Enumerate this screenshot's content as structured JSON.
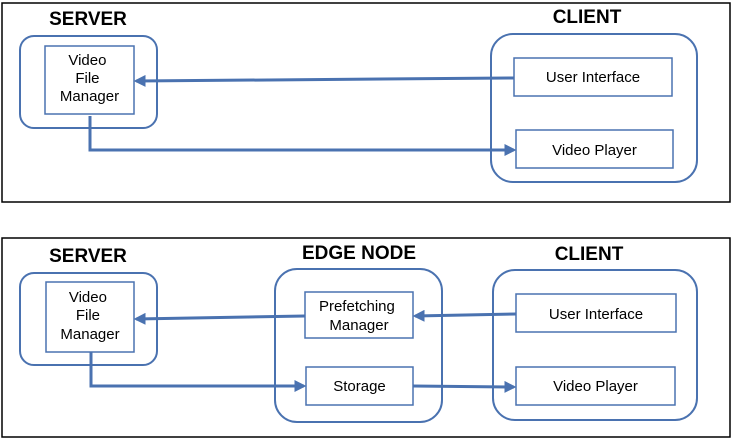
{
  "top": {
    "server_title": "SERVER",
    "client_title": "CLIENT",
    "video_file_manager": [
      "Video",
      "File",
      "Manager"
    ],
    "user_interface": "User Interface",
    "video_player": "Video Player"
  },
  "bottom": {
    "server_title": "SERVER",
    "edge_title": "EDGE NODE",
    "client_title": "CLIENT",
    "video_file_manager": [
      "Video",
      "File",
      "Manager"
    ],
    "prefetching_manager": [
      "Prefetching",
      "Manager"
    ],
    "storage": "Storage",
    "user_interface": "User Interface",
    "video_player": "Video Player"
  },
  "colors": {
    "accent": "#4a72b0",
    "border": "#000000"
  }
}
